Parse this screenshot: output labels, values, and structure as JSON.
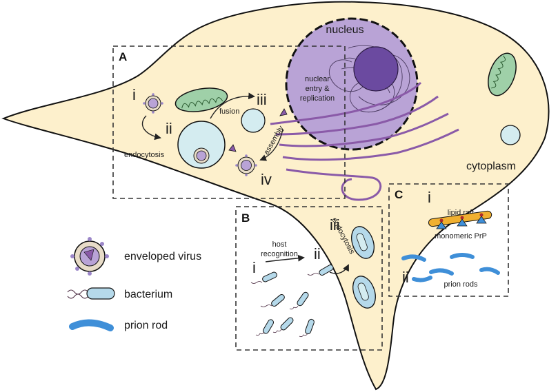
{
  "nucleus": {
    "title": "nucleus",
    "process": [
      "nuclear",
      "entry &",
      "replication"
    ]
  },
  "cytoplasm_label": "cytoplasm",
  "panel_a": {
    "letter": "A",
    "steps": [
      "i",
      "ii",
      "iii",
      "iv"
    ],
    "arrow_labels": {
      "endocytosis": "endocytosis",
      "fusion": "fusion",
      "assembly": "assembly"
    }
  },
  "panel_b": {
    "letter": "B",
    "steps": [
      "i",
      "ii",
      "iii"
    ],
    "arrow_labels": {
      "host_recognition": [
        "host",
        "recognition"
      ],
      "endocytosis": "endocytosis"
    }
  },
  "panel_c": {
    "letter": "C",
    "steps": [
      "i",
      "ii"
    ],
    "labels": {
      "lipid_raft": "lipid raft",
      "monomeric_prp": "monomeric PrP",
      "prion_rods": "prion rods"
    }
  },
  "legend": [
    {
      "icon": "enveloped-virus-icon",
      "label": "enveloped virus"
    },
    {
      "icon": "bacterium-icon",
      "label": "bacterium"
    },
    {
      "icon": "prion-rod-icon",
      "label": "prion rod"
    }
  ],
  "colors": {
    "cytoplasm": "#fdf0cc",
    "nucleus": "#b9a3d6",
    "nucleolus": "#6b4aa0",
    "er": "#8a5aa8",
    "mitochondria": "#9fd0a8",
    "vesicle": "#d4ecf0",
    "bacterium": "#b5d9ea",
    "prion": "#3f8fd8",
    "lipid_raft": "#f0b030"
  }
}
